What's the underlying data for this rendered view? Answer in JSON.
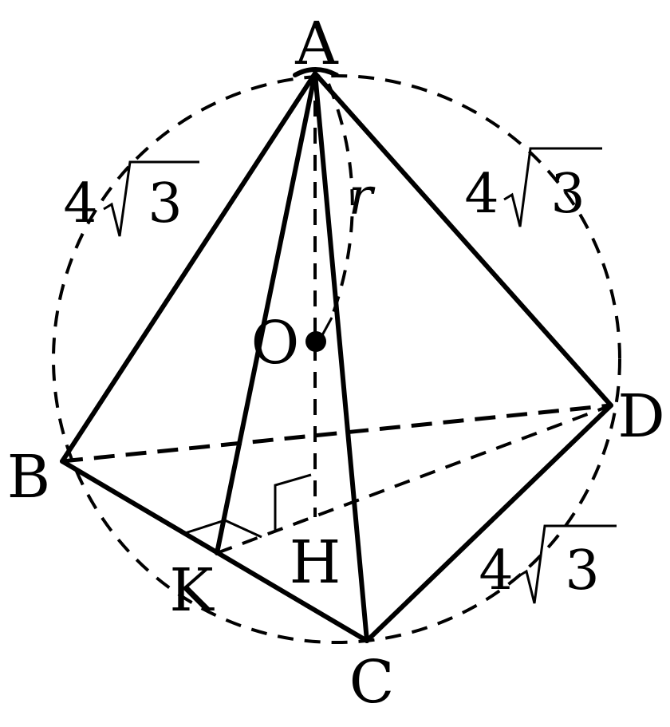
{
  "points": {
    "A": "A",
    "B": "B",
    "C": "C",
    "D": "D",
    "K": "K",
    "H": "H",
    "O": "O"
  },
  "labels": {
    "edge_AB": "4",
    "edge_AD": "4",
    "edge_CD": "4",
    "radical_value": "3",
    "radius": "r"
  }
}
